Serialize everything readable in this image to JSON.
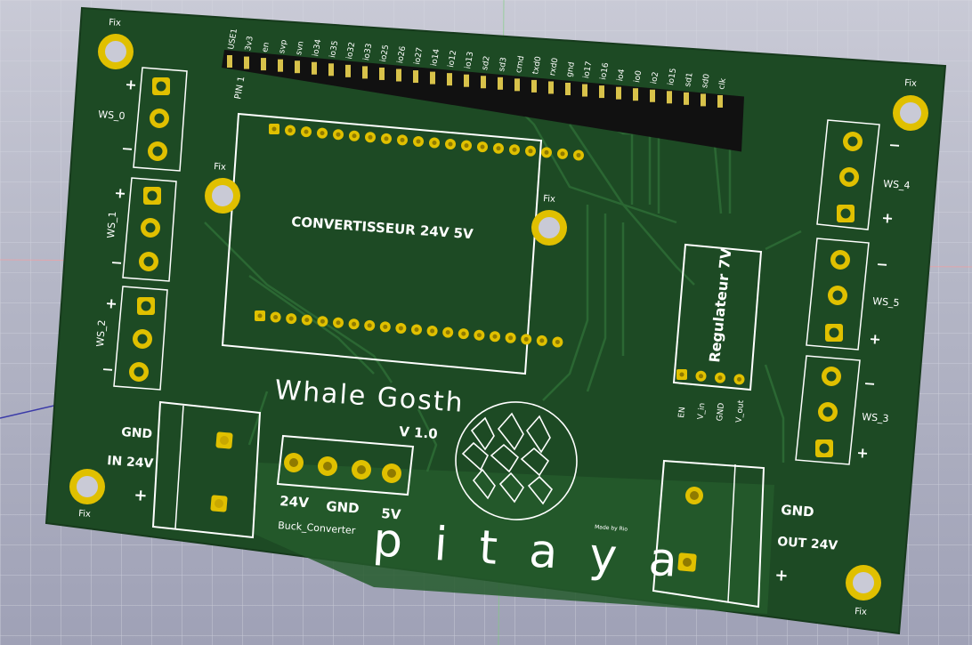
{
  "board": {
    "title": "Whale Gosth",
    "version": "V 1.0",
    "logo_text": "pitaya",
    "made_by": "Made by Rio",
    "colors": {
      "background": "#b8bac8",
      "grid": "#d0d2dc",
      "pcb": "#1d4a24",
      "pcb_light": "#255a2c",
      "trace": "#2a6432",
      "pad": "#e0c000",
      "silk": "#ffffff"
    }
  },
  "header": {
    "pin1_label": "PIN 1",
    "pins": [
      "USE1",
      "3v3",
      "en",
      "svp",
      "svn",
      "io34",
      "io35",
      "io32",
      "io33",
      "io25",
      "io26",
      "io27",
      "io14",
      "io12",
      "io13",
      "sd2",
      "sd3",
      "cmd",
      "txd0",
      "rxd0",
      "gnd",
      "io17",
      "io16",
      "io4",
      "io0",
      "io2",
      "io15",
      "sd1",
      "sd0",
      "clk"
    ]
  },
  "fix_label": "Fix",
  "converter": {
    "label": "CONVERTISSEUR 24V 5V"
  },
  "regulator": {
    "label": "Regulateur 7V",
    "pins": [
      "EN",
      "V_in",
      "GND",
      "V_out"
    ]
  },
  "ws_connectors": [
    {
      "name": "WS_0",
      "plus": "+",
      "minus": "−"
    },
    {
      "name": "WS_1",
      "plus": "+",
      "minus": "−"
    },
    {
      "name": "WS_2",
      "plus": "+",
      "minus": "−"
    },
    {
      "name": "WS_3",
      "plus": "+",
      "minus": "−"
    },
    {
      "name": "WS_4",
      "plus": "+",
      "minus": "−"
    },
    {
      "name": "WS_5",
      "plus": "+",
      "minus": "−"
    }
  ],
  "input": {
    "gnd": "GND",
    "label": "IN 24V",
    "plus": "+"
  },
  "output": {
    "gnd": "GND",
    "label": "OUT 24V",
    "plus": "+"
  },
  "buck": {
    "name": "Buck_Converter",
    "labels": [
      "24V",
      "GND",
      "5V"
    ]
  }
}
